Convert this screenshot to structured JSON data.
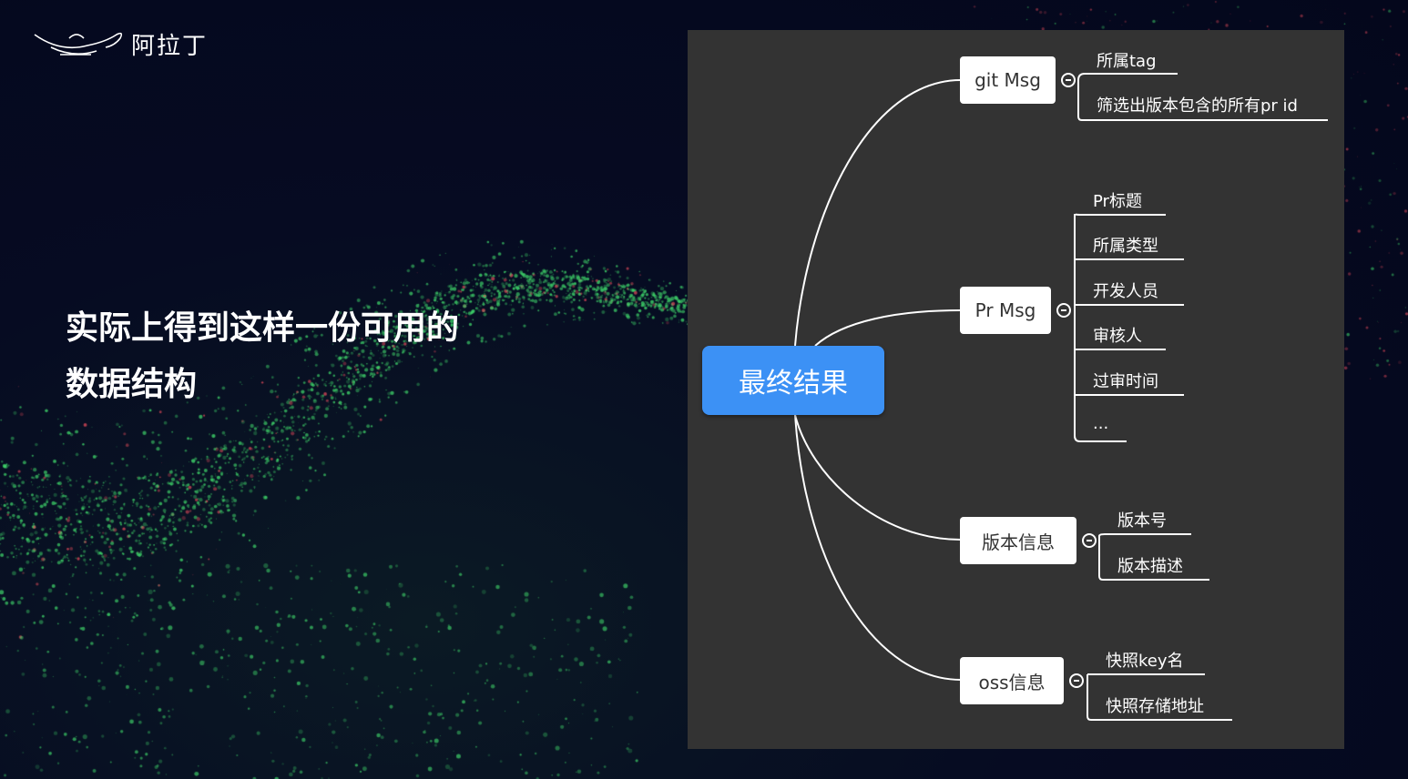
{
  "brand": {
    "logo_text": "阿拉丁",
    "logo_icon": "magic-lamp-icon"
  },
  "headline": {
    "line1": "实际上得到这样一份可用的",
    "line2": "数据结构"
  },
  "mindmap": {
    "root": "最终结果",
    "branches": [
      {
        "label": "git Msg",
        "children": [
          "所属tag",
          "筛选出版本包含的所有pr id"
        ]
      },
      {
        "label": "Pr Msg",
        "children": [
          "Pr标题",
          "所属类型",
          "开发人员",
          "审核人",
          "过审时间",
          "..."
        ]
      },
      {
        "label": "版本信息",
        "children": [
          "版本号",
          "版本描述"
        ]
      },
      {
        "label": "oss信息",
        "children": [
          "快照key名",
          "快照存储地址"
        ]
      }
    ]
  },
  "colors": {
    "root": "#3c91f5",
    "panel": "#333333",
    "line": "#ffffff",
    "particle_green": "#3fd46a",
    "particle_red": "#e04a5a"
  }
}
